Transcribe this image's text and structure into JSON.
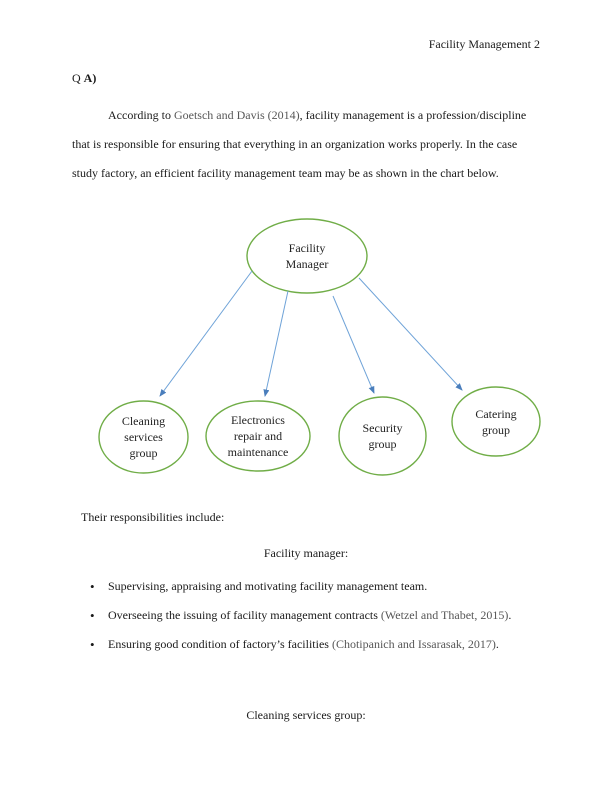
{
  "page": {
    "header": "Facility Management 2",
    "question_prefix": "Q ",
    "question_label": "A)"
  },
  "paragraph": {
    "line1_pre": "According to ",
    "line1_cite": "Goetsch and Davis (2014)",
    "line1_post": ", facility management is a profession/discipline",
    "line2": "that is responsible for ensuring that everything in an organization works properly. In the case",
    "line3": "study factory, an efficient facility management team may be as shown in the chart below."
  },
  "chart": {
    "type": "org-chart-diagram",
    "nodes": {
      "manager": "Facility\nManager",
      "cleaning": "Cleaning\nservices\ngroup",
      "electronics": "Electronics\nrepair and\nmaintenance",
      "security": "Security\ngroup",
      "catering": "Catering\ngroup"
    },
    "edges": [
      "manager->cleaning",
      "manager->electronics",
      "manager->security",
      "manager->catering"
    ],
    "colors": {
      "node_border": "#70ad47",
      "arrow_line": "#6fa3d8",
      "arrow_head": "#4a7ebc"
    }
  },
  "body": {
    "responsibilities_intro": "Their responsibilities include:",
    "facility_manager_heading": "Facility manager:",
    "bullets": [
      {
        "pre": "Supervising, appraising and motivating facility management team.",
        "cite": "",
        "post": ""
      },
      {
        "pre": "Overseeing the issuing of facility management contracts ",
        "cite": "(Wetzel and Thabet, 2015)",
        "post": "."
      },
      {
        "pre": "Ensuring good condition of factory’s facilities ",
        "cite": "(Chotipanich and Issarasak, 2017)",
        "post": "."
      }
    ],
    "cleaning_heading": "Cleaning services group:"
  }
}
